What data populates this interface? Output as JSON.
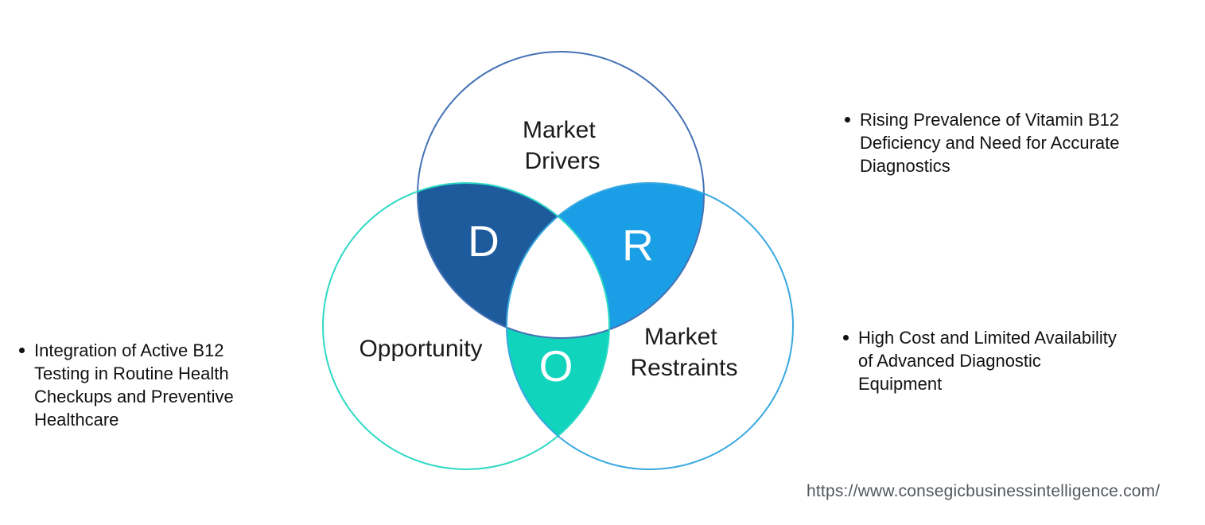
{
  "venn": {
    "drivers": {
      "label_lines": [
        "Market",
        "Drivers"
      ],
      "letter": "D"
    },
    "opportunity": {
      "label_lines": [
        "Opportunity"
      ],
      "letter": "O"
    },
    "restraints": {
      "label_lines": [
        "Market",
        "Restraints"
      ],
      "letter": "R"
    }
  },
  "bullets": {
    "left": {
      "lines": [
        "Integration of Active B12",
        "Testing in Routine Health",
        "Checkups and Preventive",
        "Healthcare"
      ]
    },
    "right_top": {
      "lines": [
        "Rising Prevalence of Vitamin B12",
        "Deficiency and Need for Accurate",
        "Diagnostics"
      ]
    },
    "right_bottom": {
      "lines": [
        "High Cost and Limited Availability",
        "of Advanced Diagnostic",
        "Equipment"
      ]
    }
  },
  "footer": {
    "url": "https://www.consegicbusinessintelligence.com/"
  },
  "colors": {
    "drivers_fill": "#1d5b9d",
    "restraints_fill": "#1a9fe6",
    "opportunity_fill": "#10d4bc",
    "drivers_stroke": "#4472b5",
    "opportunity_stroke": "#2dd9c4",
    "restraints_stroke": "#38a8e0",
    "triple_fill": "#ffffff",
    "letter_color": "#ffffff",
    "label_color": "#1b1b1b"
  }
}
